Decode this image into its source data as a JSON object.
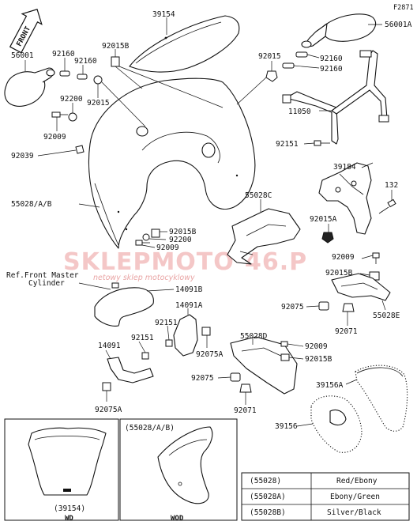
{
  "figure_code": "F2871",
  "front_marker": "FRONT",
  "watermark": {
    "brand_part1": "SKLEPMOTO",
    "brand_part2": "46.P",
    "tagline": "netowy sklep motocyklowy"
  },
  "reference_note": {
    "line1": "Ref.Front Master",
    "line2": "Cylinder"
  },
  "part_labels": {
    "p39154": "39154",
    "p56001A": "56001A",
    "p56001": "56001",
    "p92160a": "92160",
    "p92160b": "92160",
    "p92015Ba": "92015B",
    "p92015a": "92015",
    "p92015b": "92015",
    "p92160c": "92160",
    "p92160d": "92160",
    "p92200a": "92200",
    "p11050": "11050",
    "p92009a": "92009",
    "p92039": "92039",
    "p92151a": "92151",
    "p39184": "39184",
    "p132": "132",
    "p55028AB": "55028/A/B",
    "p55028C": "55028C",
    "p92015A": "92015A",
    "p92015Bb": "92015B",
    "p92200b": "92200",
    "p92009b": "92009",
    "p92009c": "92009",
    "p92015Bc": "92015B",
    "p14091B": "14091B",
    "p92075a": "92075",
    "p55028E": "55028E",
    "p92071a": "92071",
    "p14091A": "14091A",
    "p92151b": "92151",
    "p92151c": "92151",
    "p14091": "14091",
    "p92075Aa": "92075A",
    "p55028D": "55028D",
    "p92009d": "92009",
    "p92015Bd": "92015B",
    "p92075b": "92075",
    "p92071b": "92071",
    "p92075Ab": "92075A",
    "p39156A": "39156A",
    "p39156": "39156"
  },
  "inset_wd": {
    "part_label": "(39154)",
    "caption": "WD"
  },
  "inset_wod": {
    "part_label": "(55028/A/B)",
    "caption": "WOD"
  },
  "color_table": [
    {
      "part": "(55028)",
      "color": "Red/Ebony"
    },
    {
      "part": "(55028A)",
      "color": "Ebony/Green"
    },
    {
      "part": "(55028B)",
      "color": "Silver/Black"
    }
  ]
}
